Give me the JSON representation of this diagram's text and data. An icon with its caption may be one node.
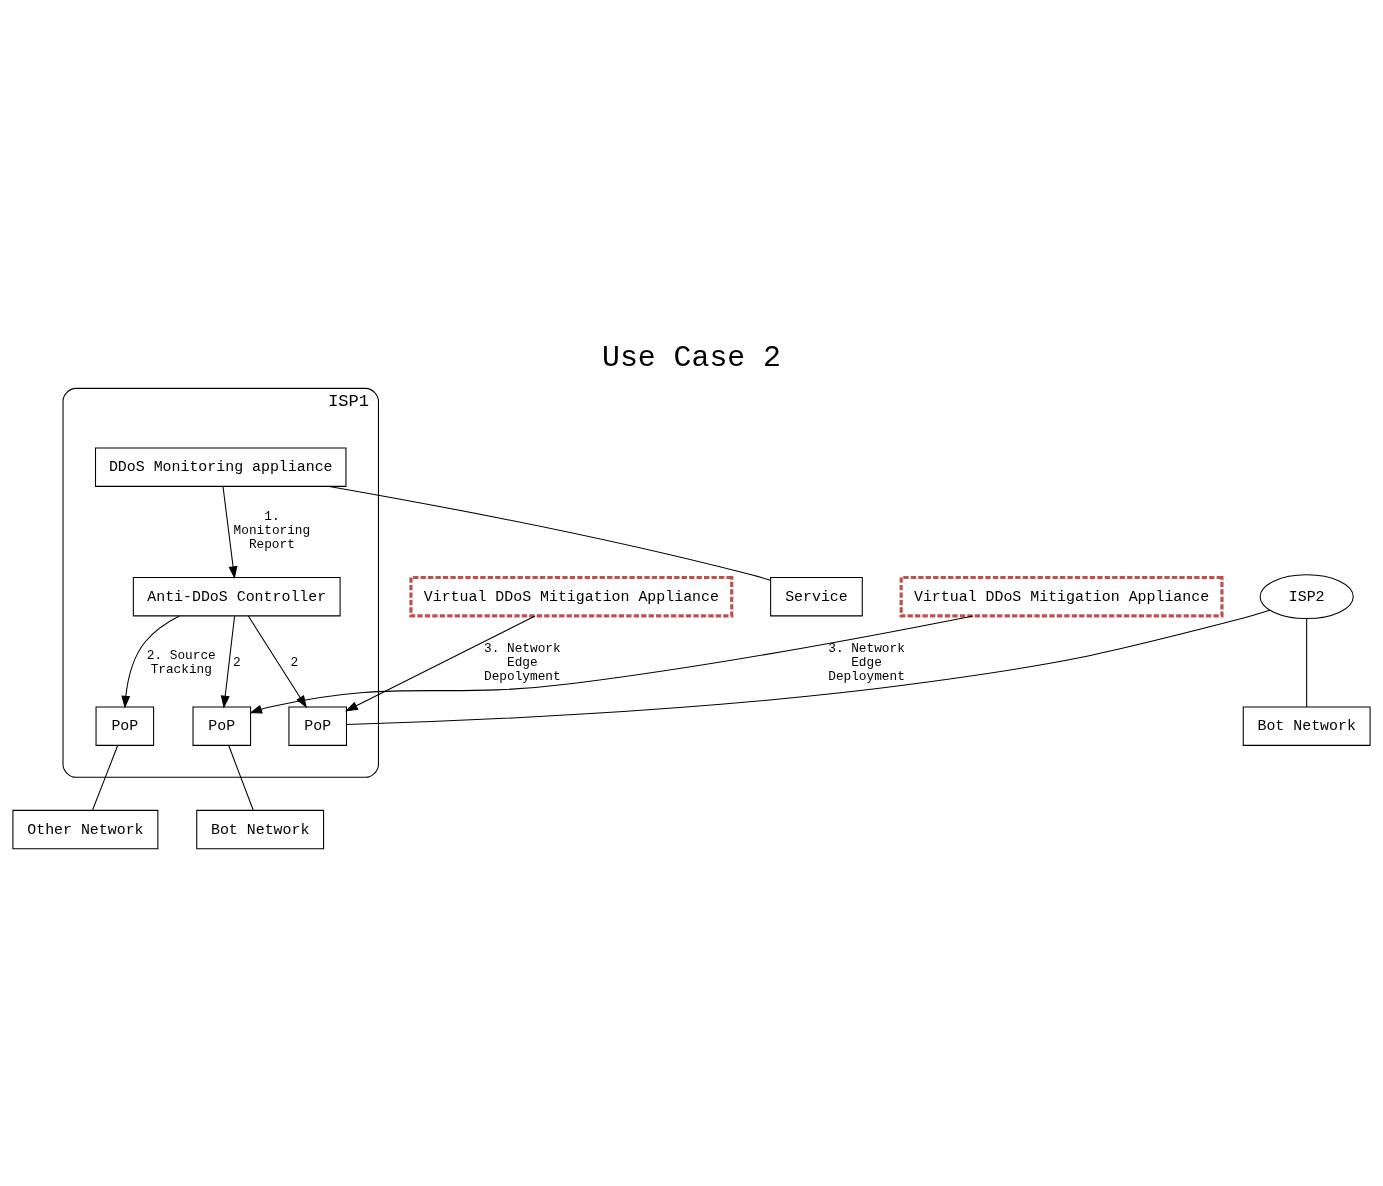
{
  "diagram": {
    "title": "Use Case 2",
    "nodes": [
      {
        "text": [
          "Virtual DDoS Mitigation Appliance"
        ]
      },
      {
        "text": [
          "ISP1"
        ]
      },
      {
        "text": [
          "Anti-DDoS Controller"
        ],
        "in": 1
      },
      {
        "text": [
          "ISP2"
        ]
      },
      {
        "text": [
          "PoP"
        ],
        "in": 1
      },
      {
        "text": [
          "DDoS Monitoring appliance"
        ],
        "in": 1
      },
      {
        "text": [
          "Service"
        ]
      },
      {
        "text": [
          "PoP"
        ],
        "in": 1
      },
      {
        "text": [
          "PoP"
        ],
        "in": 1
      },
      {
        "text": [
          "Bot Network"
        ]
      },
      {
        "text": [
          "Virtual DDoS Mitigation Appliance"
        ]
      },
      {
        "text": [
          "Other Network"
        ]
      },
      {
        "text": [
          "Bot Network"
        ]
      }
    ],
    "edges": [
      {
        "from": 0,
        "to": 4,
        "arrow": "to",
        "label": "3. Network Edge Depolyment"
      },
      {
        "from": 2,
        "to": 4,
        "arrow": "to",
        "label": "2"
      },
      {
        "from": 5,
        "to": 2,
        "arrow": "to",
        "label": "1. Monitoring Report"
      },
      {
        "from": 2,
        "to": 7,
        "arrow": "to",
        "label": "2. Source Tracking"
      },
      {
        "from": 2,
        "to": 8,
        "arrow": "to",
        "label": "2"
      },
      {
        "from": 5,
        "to": 6,
        "arrow": "none"
      },
      {
        "from": 3,
        "to": 4,
        "arrow": "none"
      },
      {
        "from": 3,
        "to": 9,
        "arrow": "none"
      },
      {
        "from": 10,
        "to": 8,
        "arrow": "to",
        "label": "3. Network Edge Deployment"
      },
      {
        "from": 7,
        "to": 11,
        "arrow": "none"
      },
      {
        "from": 8,
        "to": 12,
        "arrow": "none"
      }
    ]
  }
}
